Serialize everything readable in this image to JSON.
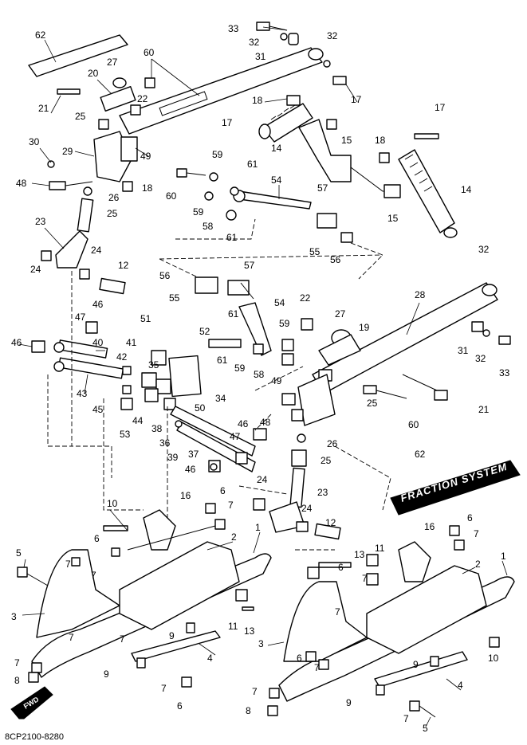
{
  "diagram": {
    "reference_code": "8CP2100-8280",
    "decal_text": "FRACTION SYSTEM",
    "direction_badge": "FWD",
    "part_numbers": [
      "1",
      "2",
      "3",
      "4",
      "5",
      "6",
      "7",
      "8",
      "9",
      "10",
      "11",
      "12",
      "13",
      "14",
      "15",
      "16",
      "17",
      "18",
      "19",
      "20",
      "21",
      "22",
      "23",
      "24",
      "25",
      "26",
      "27",
      "28",
      "29",
      "30",
      "31",
      "32",
      "33",
      "34",
      "35",
      "36",
      "37",
      "38",
      "39",
      "40",
      "41",
      "42",
      "43",
      "44",
      "45",
      "46",
      "47",
      "48",
      "49",
      "50",
      "51",
      "52",
      "53",
      "54",
      "55",
      "56",
      "57",
      "58",
      "59",
      "60",
      "61",
      "62"
    ]
  }
}
